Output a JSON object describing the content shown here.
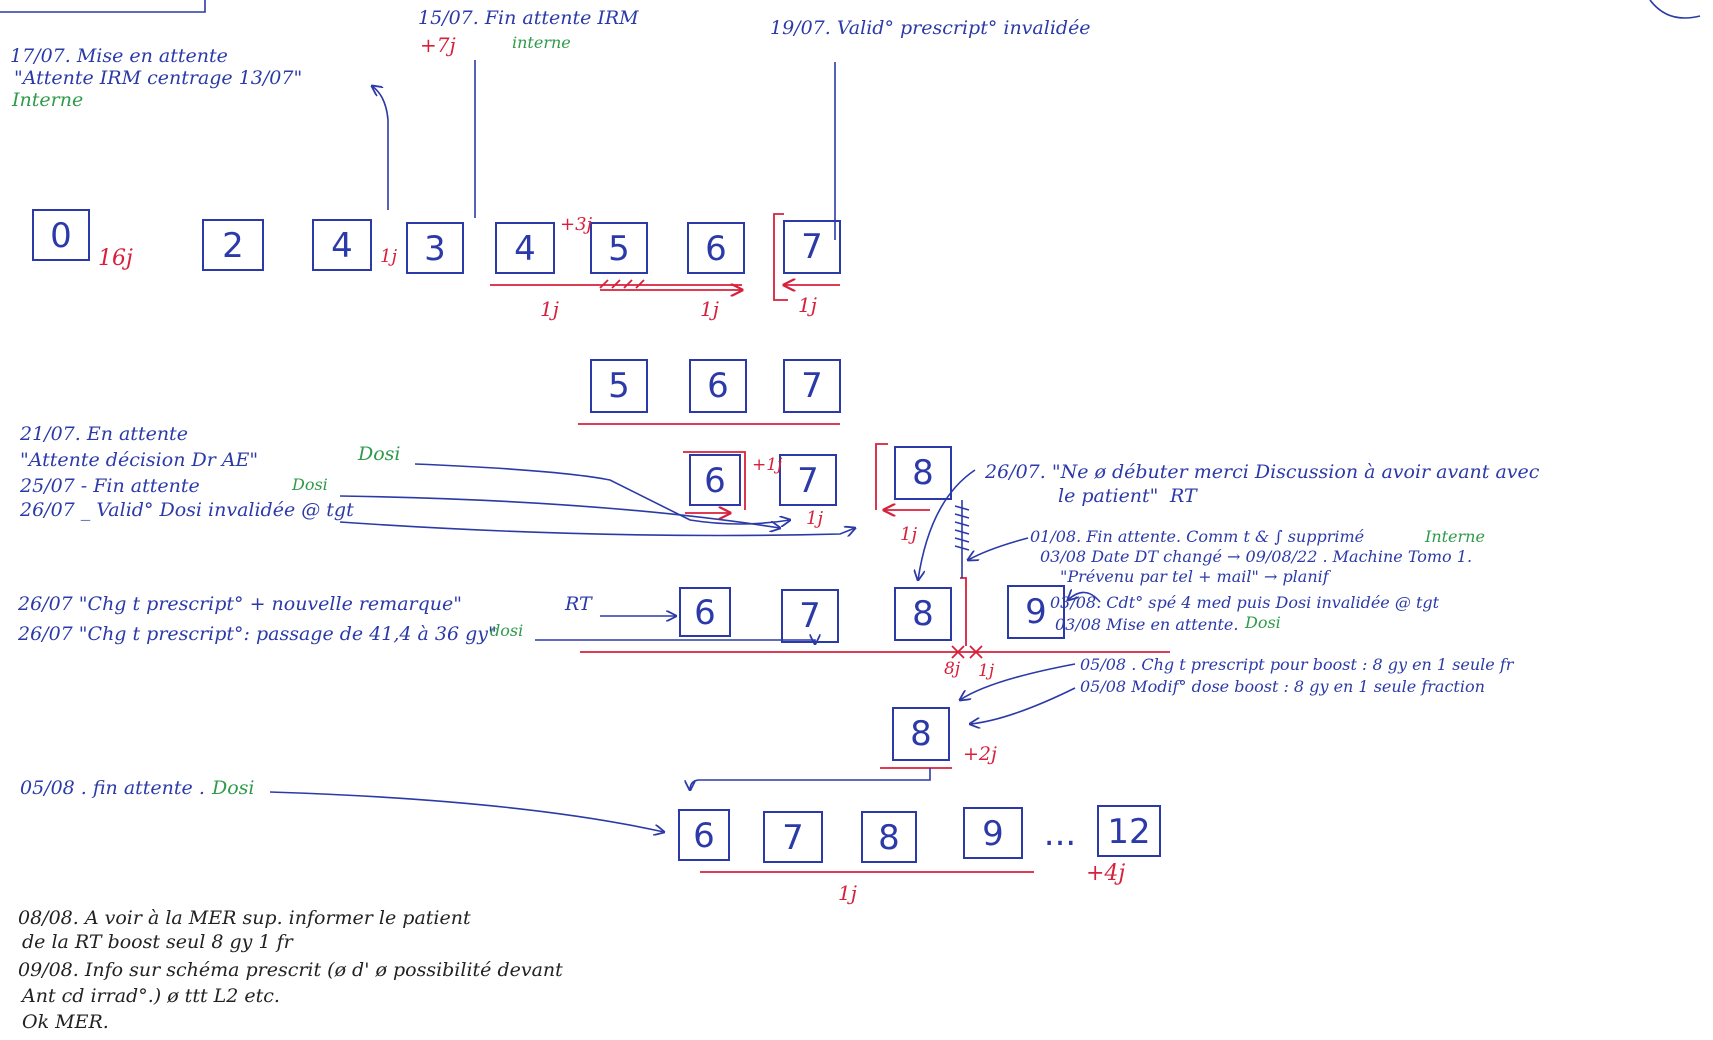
{
  "colors": {
    "ink_blue": "#2b3aa8",
    "ink_red": "#d8203b",
    "ink_green": "#2f9a4a",
    "ink_black": "#222222"
  },
  "boxes": {
    "row1": [
      "0",
      "2",
      "4",
      "3",
      "4",
      "5",
      "6",
      "7"
    ],
    "row2": [
      "5",
      "6",
      "7"
    ],
    "row3": [
      "6",
      "7",
      "8"
    ],
    "row4": [
      "6",
      "7",
      "8",
      "9"
    ],
    "row5": [
      "8"
    ],
    "row6": [
      "6",
      "7",
      "8",
      "9",
      "12"
    ],
    "ellipsis": "..."
  },
  "durations": {
    "d16": "16j",
    "d1a": "1j",
    "d3": "+3j",
    "d1b": "1j",
    "d1c": "1j",
    "d1d": "1j",
    "d7": "+7j",
    "d1e": "+1j",
    "d1f": "1j",
    "d1g": "1j",
    "d8": "8j",
    "d1h": "1j",
    "d2": "+2j",
    "d1i": "1j",
    "d4": "+4j"
  },
  "notes": {
    "n1a": "17/07. Mise en attente",
    "n1b": "\"Attente IRM centrage 13/07\"",
    "n1c": "Interne",
    "n2a": "15/07. Fin attente IRM",
    "n2b": "interne",
    "n3": "19/07. Valid° prescript° invalidée",
    "n4a": "21/07. En attente",
    "n4b": "\"Attente décision Dr AE\"",
    "n4c": "Dosi",
    "n5a": "25/07 - Fin attente",
    "n5b": "Dosi",
    "n6": "26/07 _ Valid° Dosi invalidée @ tgt",
    "n7a": "26/07 \"Chg t prescript° + nouvelle remarque\"",
    "n7b": "RT",
    "n8a": "26/07 \"Chg t prescript°: passage de 41,4 à 36 gy\"",
    "n8b": "dosi",
    "n9a": "26/07. \"Ne ø débuter merci Discussion à avoir avant avec",
    "n9b": "le patient\"",
    "n9c": "RT",
    "n10a": "01/08. Fin attente. Comm t & ∫ supprimé",
    "n10b": "Interne",
    "n11a": "03/08 Date DT changé → 09/08/22 . Machine Tomo 1.",
    "n11b": "\"Prévenu par tel + mail\" → planif",
    "n12a": "03/08. Cdt° spé 4 med puis Dosi invalidée @ tgt",
    "n13a": "03/08 Mise en attente.",
    "n13b": "Dosi",
    "n14": "05/08 . Chg t prescript pour boost : 8 gy en 1 seule fr",
    "n15": "05/08 Modif° dose boost : 8 gy en 1 seule fraction",
    "n16a": "05/08 . fin attente .",
    "n16b": "Dosi",
    "n17a": "08/08. A voir à la MER sup. informer le patient",
    "n17b": "de la RT boost seul 8 gy 1 fr",
    "n17c": "09/08. Info sur schéma prescrit (ø d' ø possibilité devant",
    "n17d": "Ant cd irrad°.) ø ttt L2 etc.",
    "n17e": "Ok MER."
  }
}
